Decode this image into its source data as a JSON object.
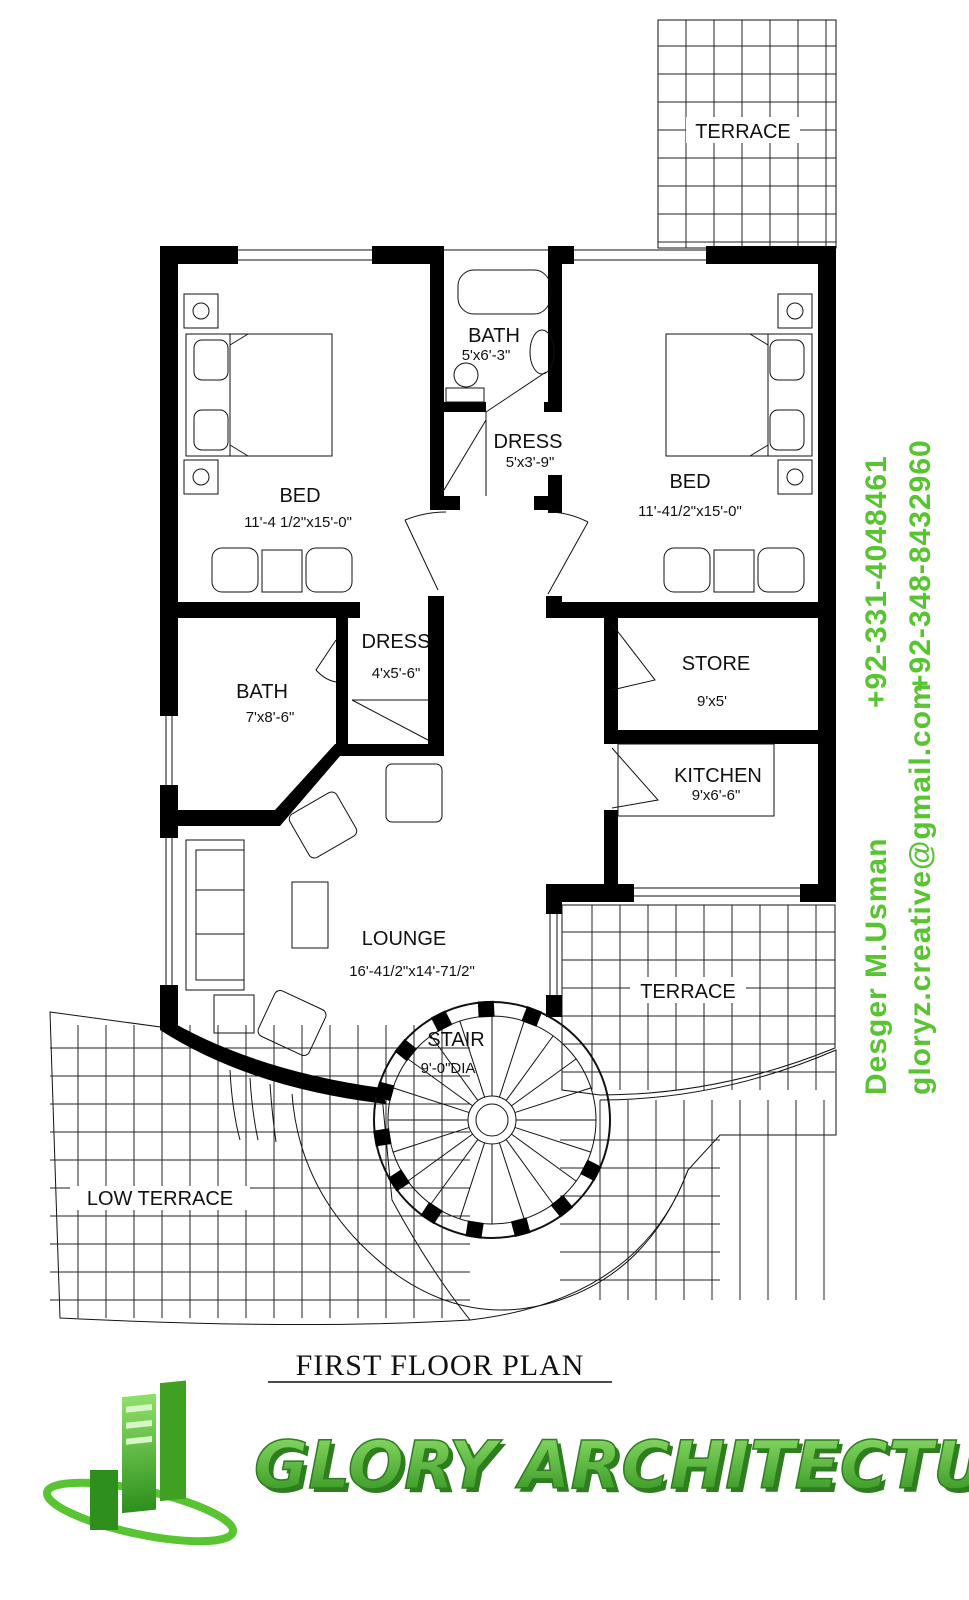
{
  "plan": {
    "title": "FIRST FLOOR PLAN",
    "rooms": {
      "terrace_top": "TERRACE",
      "bed_left": {
        "name": "BED",
        "size": "11'-4  1/2\"x15'-0\""
      },
      "bath_top": {
        "name": "BATH",
        "size": "5'x6'-3\""
      },
      "dress_top": {
        "name": "DRESS",
        "size": "5'x3'-9\""
      },
      "bed_right": {
        "name": "BED",
        "size": "11'-41/2\"x15'-0\""
      },
      "dress_mid": {
        "name": "DRESS",
        "size": "4'x5'-6\""
      },
      "bath_left": {
        "name": "BATH",
        "size": "7'x8'-6\""
      },
      "store": {
        "name": "STORE",
        "size": "9'x5'"
      },
      "kitchen": {
        "name": "KITCHEN",
        "size": "9'x6'-6\""
      },
      "lounge": {
        "name": "LOUNGE",
        "size": "16'-41/2\"x14'-71/2\""
      },
      "terrace_right": "TERRACE",
      "stair": {
        "name": "STAIR",
        "size": "9'-0\"DIA"
      },
      "low_terrace": "LOW TERRACE"
    }
  },
  "credits": {
    "designer": "Desger M.Usman",
    "email": "gloryz.creative@gmail.com",
    "phone_1": "+92-331-4048461",
    "phone_2": "+92-348-8432960"
  },
  "brand": {
    "name": "GLORY ARCHITECTURE",
    "logo": "building-logo-icon",
    "color_primary": "#59c432",
    "color_dark": "#2e7d1f"
  }
}
